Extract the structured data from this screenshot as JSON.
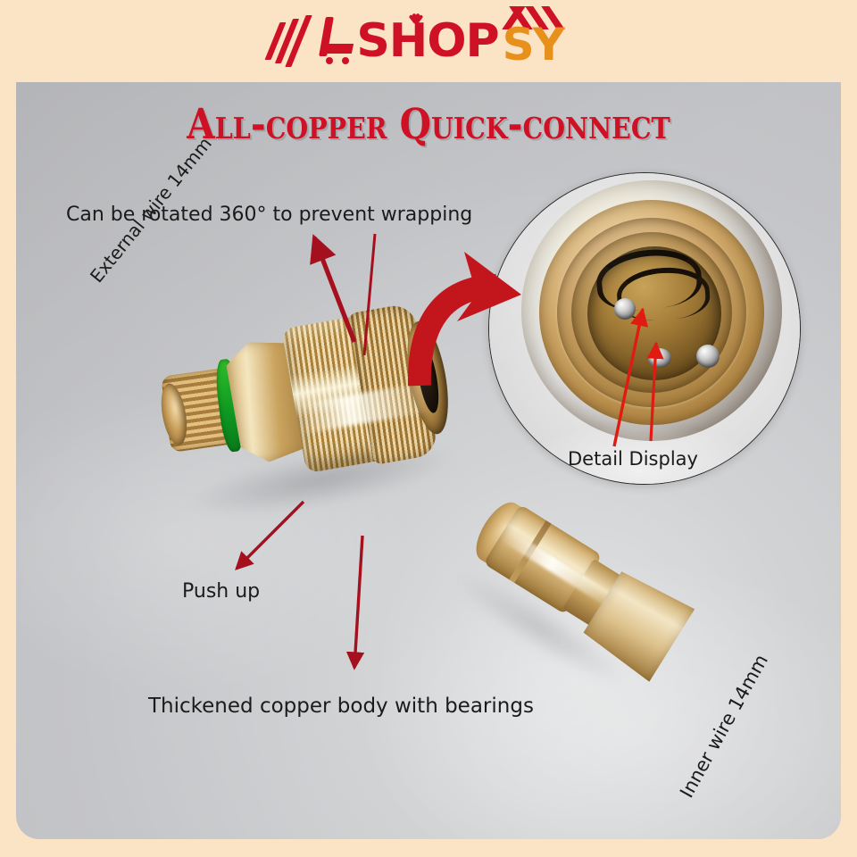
{
  "brand": {
    "logo_word_main": "SHOP",
    "logo_word_accent": "SY",
    "logo_icon": "shopping-cart-icon",
    "accent_red": "#cf1126",
    "accent_orange": "#e8901c",
    "banner_bg": "#fbe3c6"
  },
  "headline": {
    "text": "All-copper Quick-connect",
    "color": "#cf1126"
  },
  "annotations": {
    "rotate": "Can be rotated 360° to prevent wrapping",
    "external_wire": "External wire 14mm",
    "push_up": "Push up",
    "thickened_body": "Thickened copper body with bearings",
    "detail_display": "Detail Display",
    "inner_wire": "Inner wire 14mm"
  },
  "arrows": {
    "color": "#a5101f",
    "curved_color": "#c2151c",
    "items": [
      {
        "name": "arrow-to-swivel",
        "desc": "thin arrow pointing up to rotate label"
      },
      {
        "name": "arrow-to-collar",
        "desc": "thin arrow from rotate label down to knurled collar"
      },
      {
        "name": "arrow-to-push-up",
        "desc": "thin arrow from coupler down-left to Push up label"
      },
      {
        "name": "arrow-to-body",
        "desc": "thin arrow from coupler down to thickened body label"
      },
      {
        "name": "arrow-curved-zoom",
        "desc": "thick curved arrow from product to detail circle"
      },
      {
        "name": "arrow-detail-oring-1",
        "desc": "arrow inside detail circle to upper o-ring"
      },
      {
        "name": "arrow-detail-oring-2",
        "desc": "arrow inside detail circle to lower o-ring"
      }
    ]
  },
  "product": {
    "female_coupler": "brass-quick-connect-female-coupler",
    "male_plug": "brass-quick-connect-male-plug",
    "detail_inset": "front-face-detail-circle",
    "seal_color": "#14a022"
  },
  "background": {
    "photo_gray": "#c6c7c9",
    "border_cream": "#fbe3c6"
  }
}
